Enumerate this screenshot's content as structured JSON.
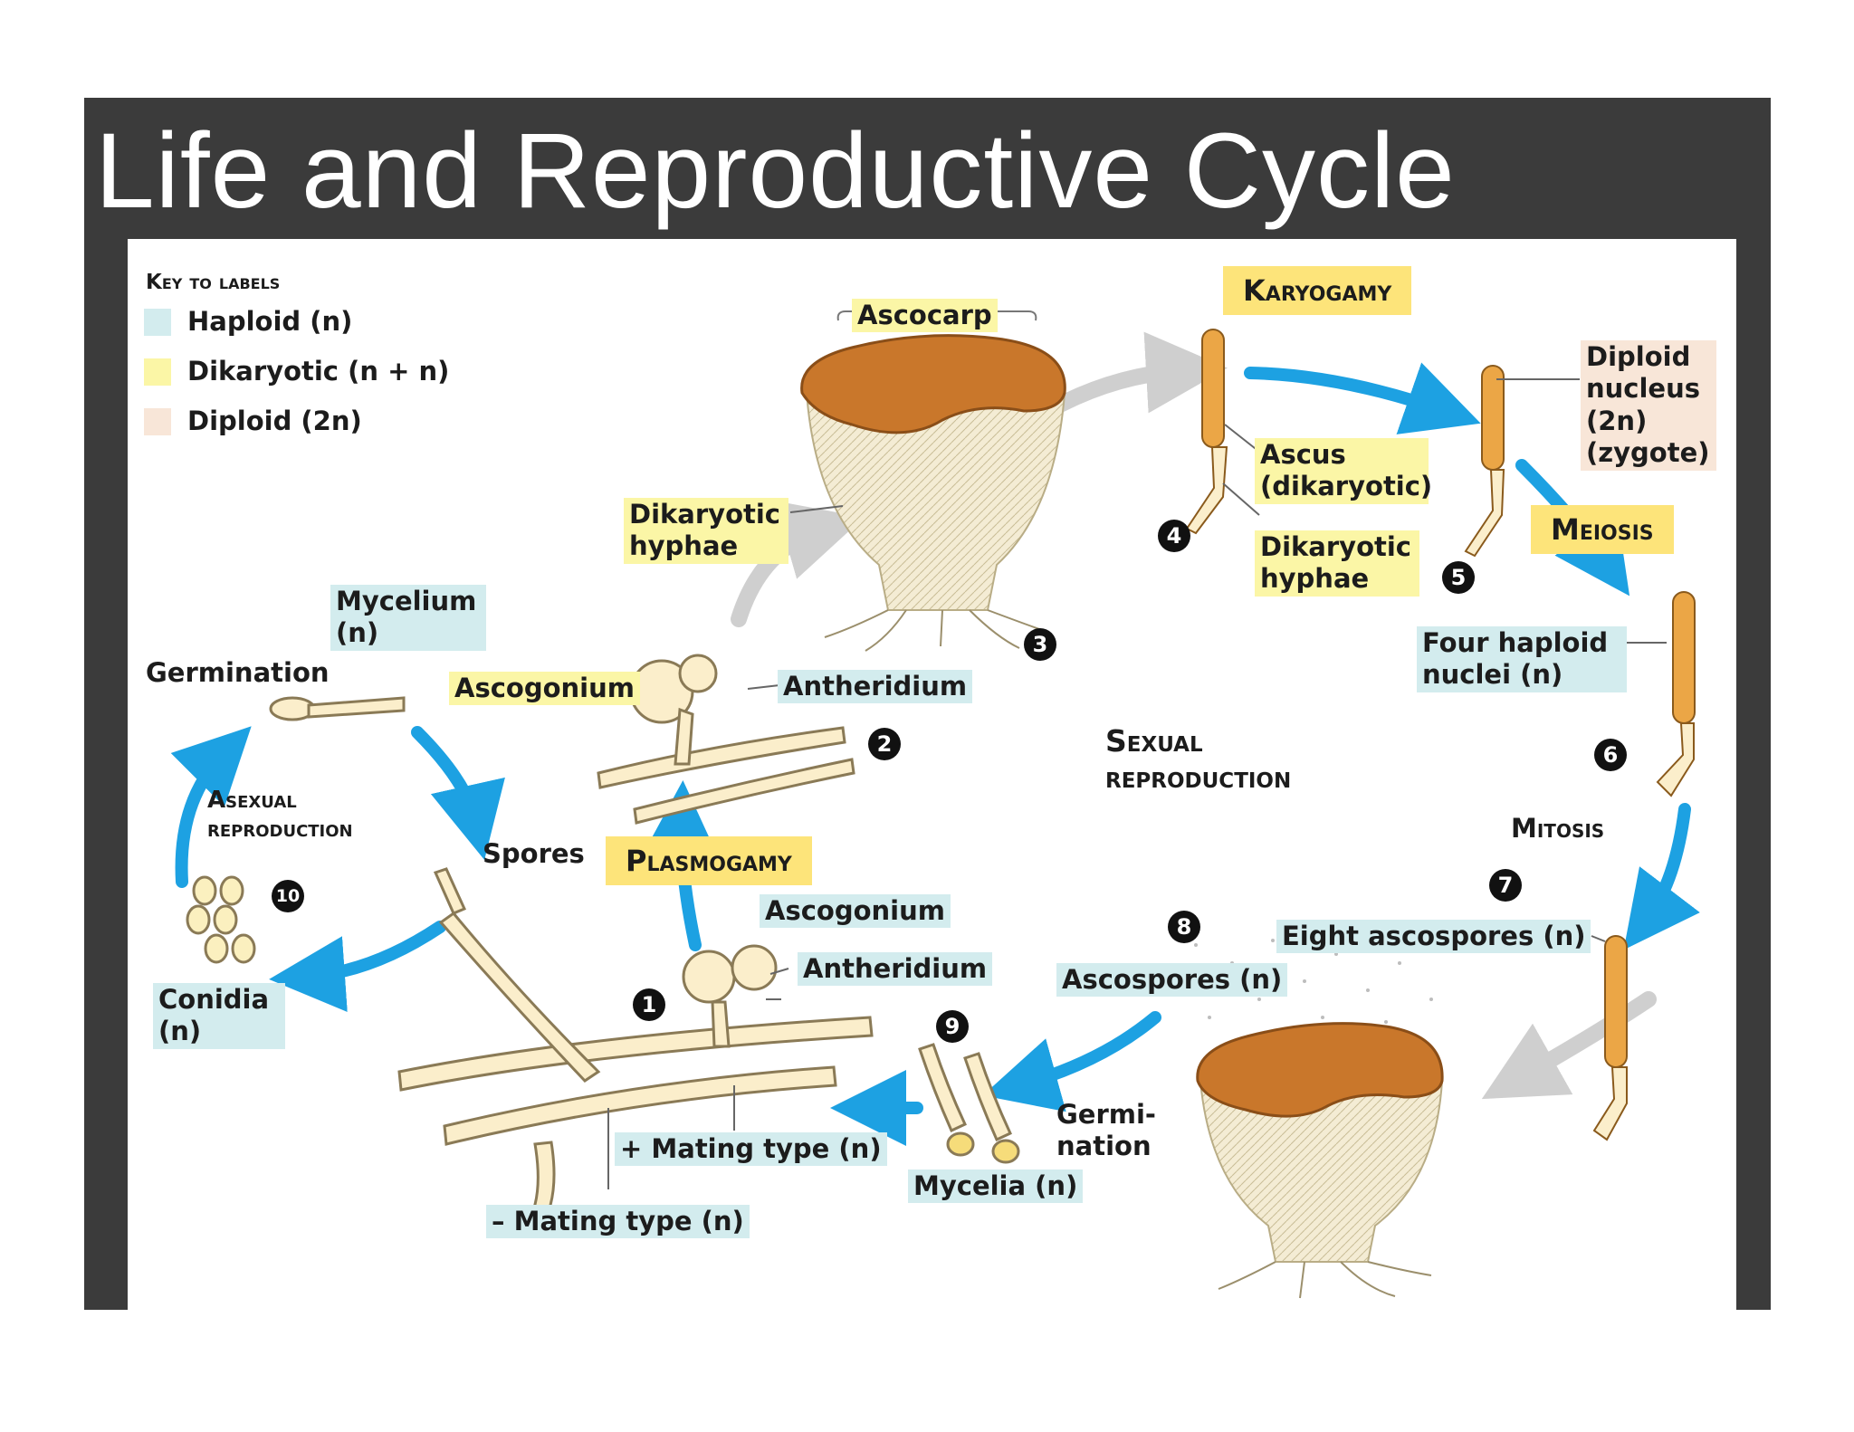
{
  "title": "Life and Reproductive Cycle",
  "key": {
    "heading": "Key to labels",
    "items": [
      {
        "label": "Haploid (n)",
        "color": "#d3ecee"
      },
      {
        "label": "Dikaryotic (n + n)",
        "color": "#fbf6a6"
      },
      {
        "label": "Diploid (2n)",
        "color": "#f8e6d8"
      }
    ]
  },
  "stages": {
    "karyogamy": "Karyogamy",
    "meiosis": "Meiosis",
    "plasmogamy": "Plasmogamy"
  },
  "sections": {
    "sexual": "Sexual reproduction",
    "asexual": "Asexual reproduction",
    "mitosis": "Mitosis"
  },
  "labels": {
    "ascocarp": "Ascocarp",
    "dikaryotic_hyphae_1": "Dikaryotic hyphae",
    "ascus": "Ascus (dikaryotic)",
    "dikaryotic_hyphae_2": "Dikaryotic hyphae",
    "diploid_nucleus": "Diploid nucleus (2n) (zygote)",
    "four_haploid": "Four haploid nuclei (n)",
    "mycelium": "Mycelium (n)",
    "germination": "Germination",
    "ascogonium_top": "Ascogonium",
    "antheridium_top": "Antheridium",
    "spores": "Spores",
    "conidia": "Conidia (n)",
    "ascogonium_bottom": "Ascogonium",
    "antheridium_bottom": "Antheridium",
    "ascospores": "Ascospores (n)",
    "eight_ascospores": "Eight ascospores (n)",
    "germination_2": "Germi- nation",
    "mycelia": "Mycelia (n)",
    "plus_mating": "+ Mating type (n)",
    "minus_mating": "– Mating type (n)"
  },
  "steps": [
    "1",
    "2",
    "3",
    "4",
    "5",
    "6",
    "7",
    "8",
    "9",
    "10"
  ],
  "colors": {
    "arrow": "#1da1e2",
    "gray_arrow": "#cfcfcf",
    "hyphae_fill": "#fbeecb",
    "hyphae_stroke": "#8a7a56",
    "ascocarp_cap": "#c9772b",
    "ascus": "#eba646"
  }
}
